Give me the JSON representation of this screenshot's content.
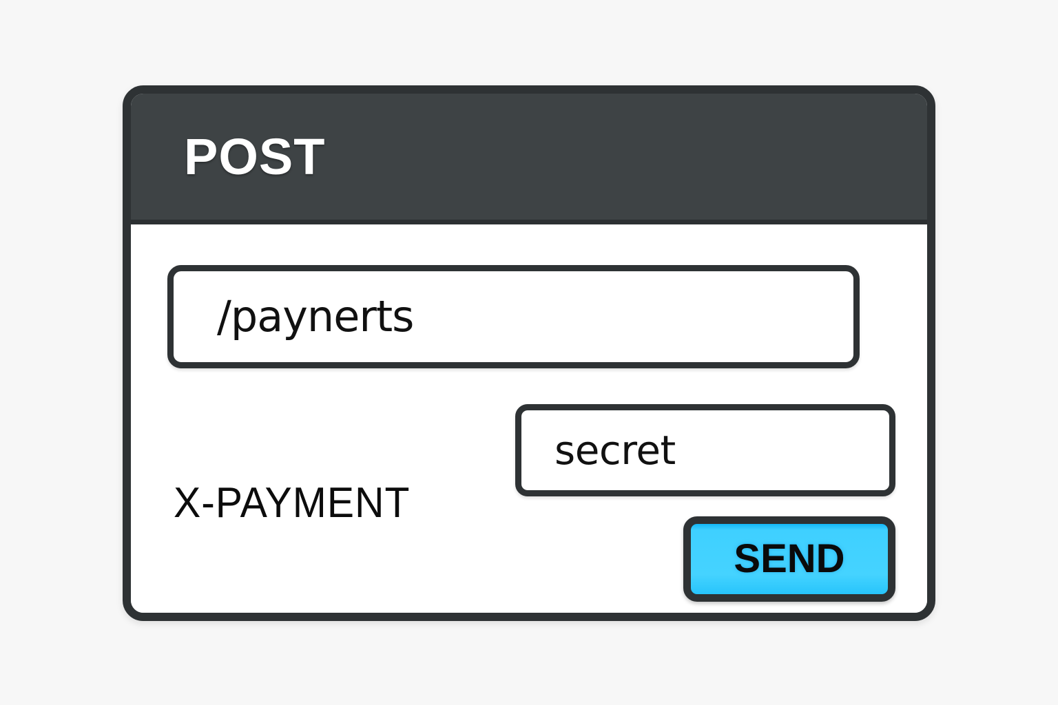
{
  "page": {
    "background_color": "#f7f7f7"
  },
  "card": {
    "border_color": "#2e3234",
    "background_color": "#ffffff",
    "header": {
      "method": "POST",
      "background_color": "#3e4345",
      "text_color": "#ffffff"
    },
    "url_field": {
      "value": "/paynerts",
      "placeholder": "/path",
      "border_color": "#2e3234",
      "text_color": "#111111"
    },
    "header_row": {
      "label": "X-PAYMENT",
      "value_field": {
        "value": "secret",
        "placeholder": "value",
        "border_color": "#2e3234",
        "text_color": "#111111"
      }
    },
    "send_button": {
      "label": "SEND",
      "background_color": "#3fd0ff",
      "border_color": "#2e3234",
      "text_color": "#0a0a0a"
    }
  }
}
